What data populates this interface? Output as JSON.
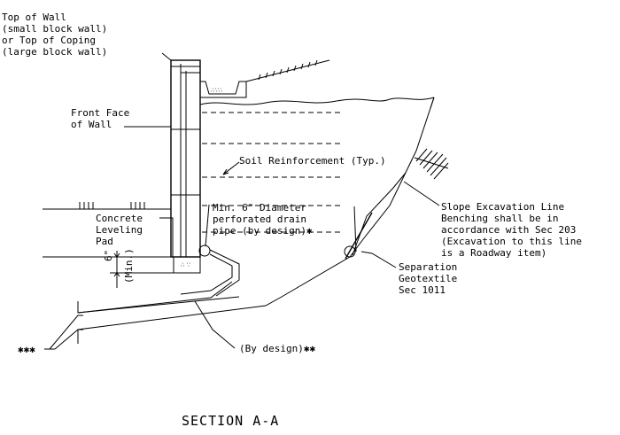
{
  "labels": {
    "top_of_wall": [
      "Top of Wall",
      "(small block wall)",
      "or Top of Coping",
      "(large block wall)"
    ],
    "front_face": [
      "Front Face",
      "of Wall"
    ],
    "soil_reinforcement": "Soil Reinforcement (Typ.)",
    "concrete_pad": [
      "Concrete",
      "Leveling",
      "Pad"
    ],
    "drain_pipe": [
      "Min. 6\" Diameter",
      "perforated drain",
      "pipe (by design)✱"
    ],
    "slope_excavation": [
      "Slope Excavation Line",
      "Benching shall be in",
      "accordance with Sec 203",
      "(Excavation to this line",
      "is a Roadway item)"
    ],
    "separation": [
      "Separation",
      "Geotextile",
      "Sec 1011"
    ],
    "dim_6": "6\"",
    "dim_min": "(Min.)",
    "by_design": "(By design)✱✱",
    "triple_star": "✱✱✱",
    "section_title": "SECTION A-A"
  }
}
